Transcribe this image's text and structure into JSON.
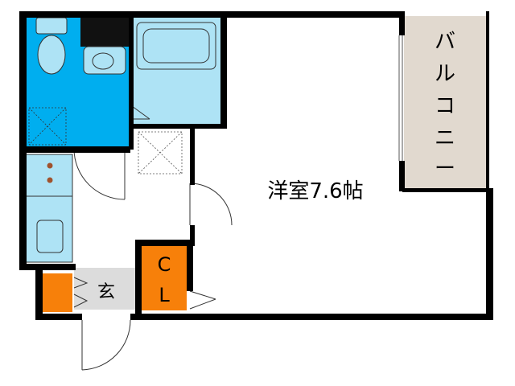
{
  "rooms": {
    "western_room": "洋室7.6帖",
    "balcony_chars": [
      "バ",
      "ル",
      "コ",
      "ニ",
      "ー"
    ],
    "entrance": "玄",
    "closet_chars": [
      "C",
      "L"
    ]
  },
  "colors": {
    "wall": "#000000",
    "water_area": "#00aeef",
    "fixture": "#aee3f5",
    "storage": "#f7800a",
    "balcony": "#e1d9cf",
    "entrance_floor": "#dcdcdc",
    "cabinet": "#aee3f5"
  }
}
